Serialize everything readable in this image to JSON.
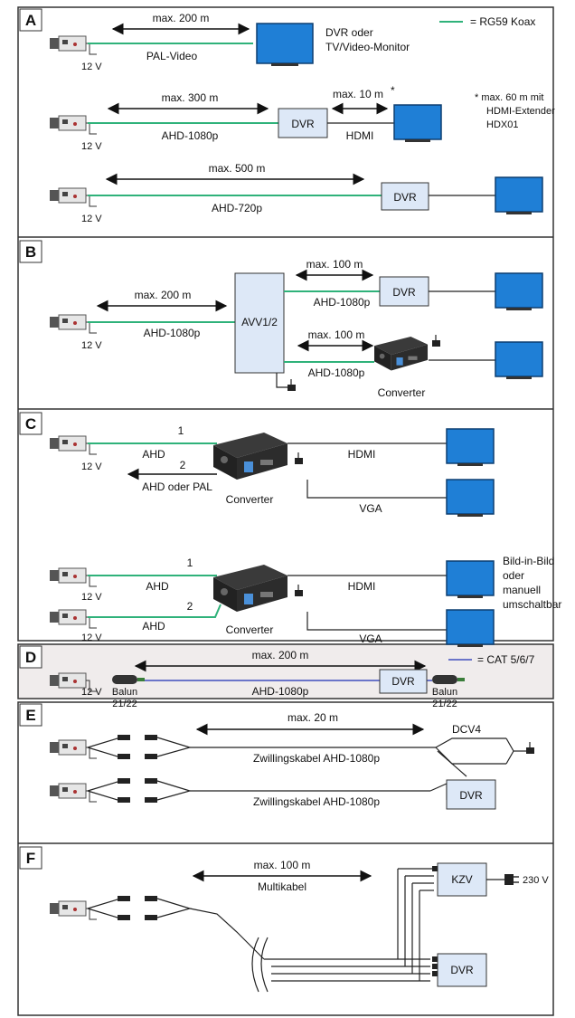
{
  "sections": {
    "a": "A",
    "b": "B",
    "c": "C",
    "d": "D",
    "e": "E",
    "f": "F"
  },
  "legend": {
    "coax": "= RG59 Koax",
    "cat": "= CAT 5/6/7"
  },
  "common": {
    "v12": "12 V",
    "dvr": "DVR",
    "converter": "Converter",
    "hdmi": "HDMI",
    "vga": "VGA",
    "ahd": "AHD",
    "n1": "1",
    "n2": "2"
  },
  "a": {
    "r1_dist": "max. 200 m",
    "r1_sig": "PAL-Video",
    "r1_dest_1": "DVR oder",
    "r1_dest_2": "TV/Video-Monitor",
    "r2_dist": "max. 300 m",
    "r2_sig": "AHD-1080p",
    "r2_dist2": "max. 10 m",
    "r2_star": "*",
    "note_1": "* max. 60 m mit",
    "note_2": "HDMI-Extender",
    "note_3": "HDX01",
    "r3_dist": "max. 500 m",
    "r3_sig": "AHD-720p"
  },
  "b": {
    "dist_main": "max. 200 m",
    "sig_main": "AHD-1080p",
    "device": "AVV1/2",
    "dist_top": "max. 100 m",
    "sig_top": "AHD-1080p",
    "dist_bot": "max. 100 m",
    "sig_bot": "AHD-1080p"
  },
  "c": {
    "out2": "AHD oder PAL",
    "note_1": "Bild-in-Bild",
    "note_2": "oder",
    "note_3": "manuell",
    "note_4": "umschaltbar"
  },
  "d": {
    "dist": "max. 200 m",
    "sig": "AHD-1080p",
    "balun_1": "Balun",
    "balun_2": "21/22"
  },
  "e": {
    "dist": "max. 20 m",
    "device": "DCV4",
    "cable_1": "Zwillingskabel AHD-1080p",
    "cable_2": "Zwillingskabel AHD-1080p"
  },
  "f": {
    "dist": "max. 100 m",
    "cable": "Multikabel",
    "device": "KZV",
    "power": "230 V"
  }
}
